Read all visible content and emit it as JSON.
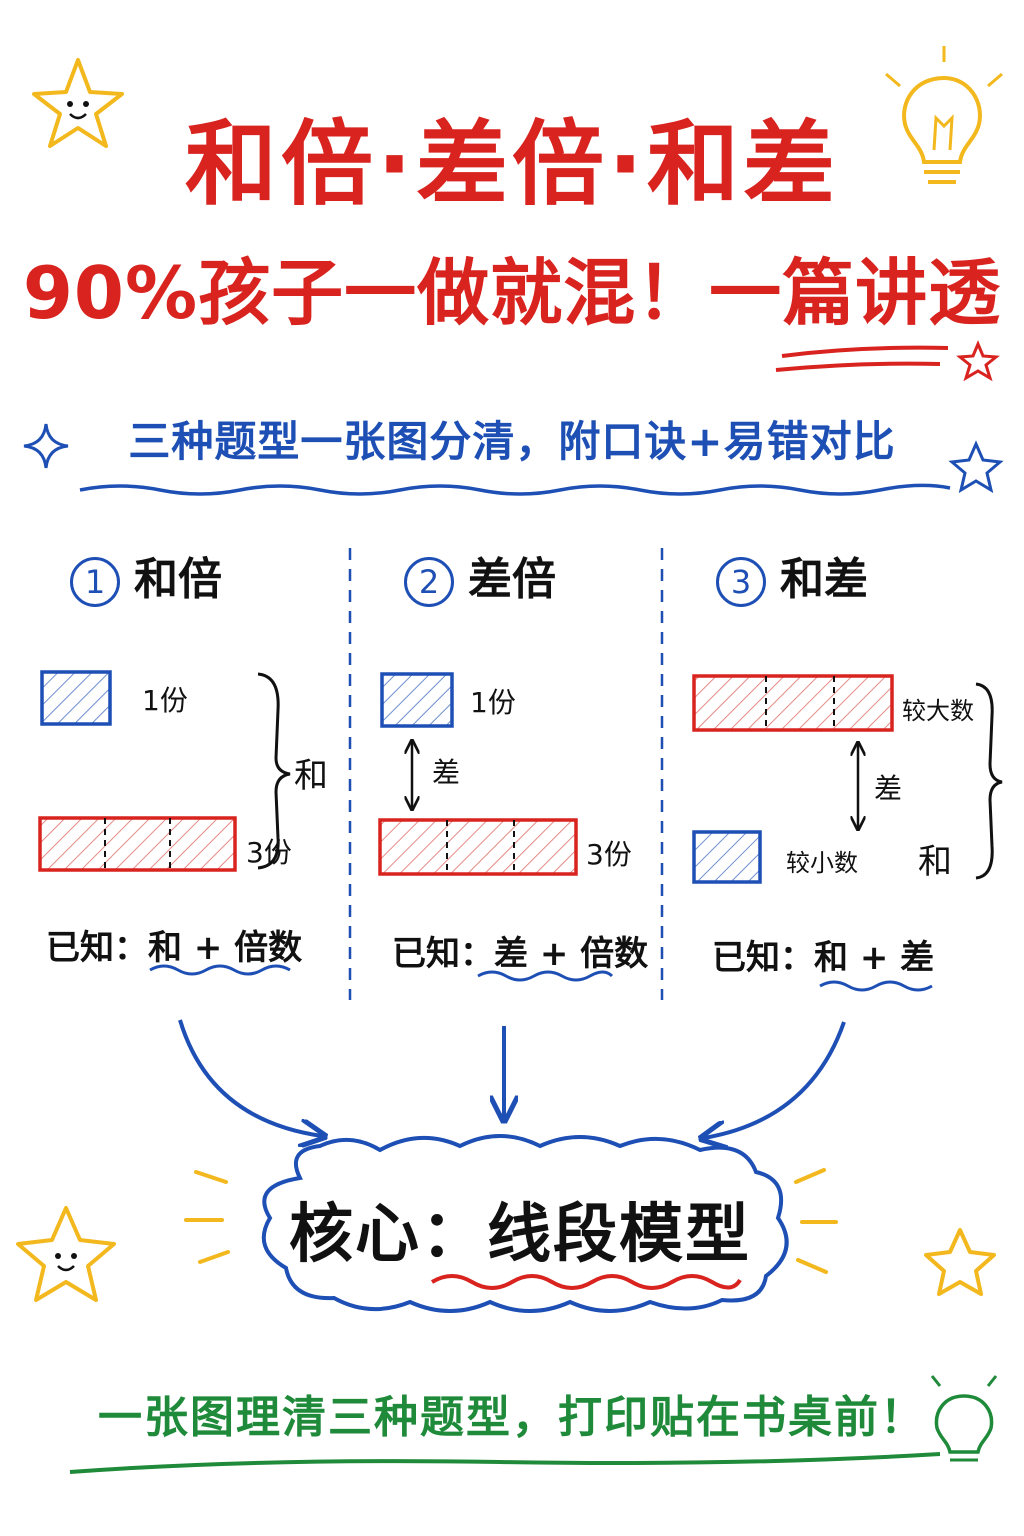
{
  "header": {
    "title_line1": "和倍·差倍·和差",
    "title_line2": "90%孩子一做就混！一篇讲透",
    "subtitle": "三种题型一张图分清，附口诀+易错对比"
  },
  "sections": [
    {
      "number": "1",
      "title": "和倍",
      "labels": {
        "top_box": "1份",
        "bottom_bar": "3份",
        "brace": "和"
      },
      "known_prefix": "已知：",
      "known_value": "和 + 倍数"
    },
    {
      "number": "2",
      "title": "差倍",
      "labels": {
        "top_box": "1份",
        "bottom_bar": "3份",
        "arrow": "差"
      },
      "known_prefix": "已知：",
      "known_value": "差 + 倍数"
    },
    {
      "number": "3",
      "title": "和差",
      "labels": {
        "top_bar": "较大数",
        "bottom_box": "较小数",
        "arrow": "差",
        "brace": "和"
      },
      "known_prefix": "已知：",
      "known_value": "和 + 差"
    }
  ],
  "core": {
    "text": "核心：线段模型"
  },
  "footer": {
    "text": "一张图理清三种题型，打印贴在书桌前！"
  },
  "colors": {
    "red": "#d8231f",
    "blue": "#1d4fb5",
    "green": "#1f8a3a",
    "yellow": "#f2b81d"
  },
  "icons": [
    "star-icon",
    "lightbulb-icon",
    "sparkle-icon"
  ]
}
